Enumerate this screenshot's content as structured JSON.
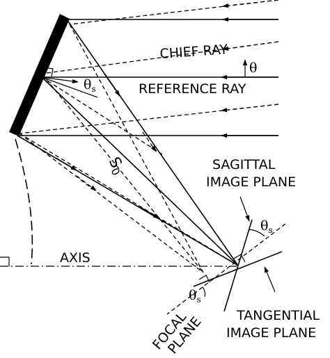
{
  "labels": {
    "chief_ray": "CHIEF RAY",
    "reference_ray": "REFERENCE RAY",
    "theta": "θ",
    "theta_s": "θ",
    "subscript_s": "s",
    "s0_main": "S",
    "s0_sub": "0",
    "sagittal_line1": "SAGITTAL",
    "sagittal_line2": "IMAGE PLANE",
    "axis": "AXIS",
    "tangential_line1": "TANGENTIAL",
    "tangential_line2": "IMAGE PLANE",
    "focal_line1": "FOCAL",
    "focal_line2": "PLANE"
  }
}
